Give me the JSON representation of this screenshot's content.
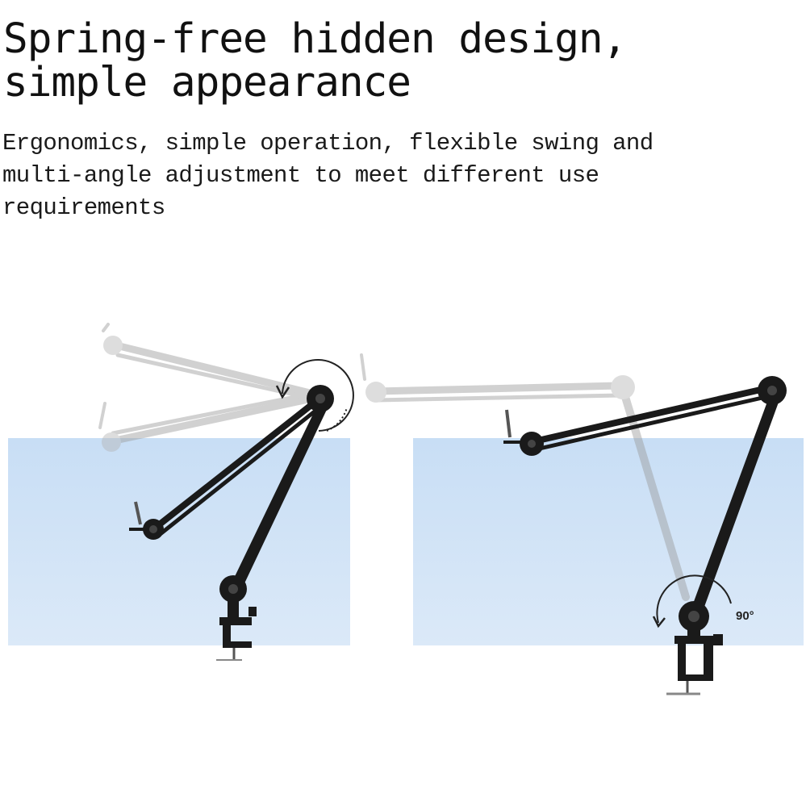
{
  "headline": {
    "line1": "Spring-free hidden design,",
    "line2": "simple appearance"
  },
  "description": {
    "line1": "Ergonomics, simple operation, flexible swing and",
    "line2": "multi-angle adjustment to meet different use",
    "line3": "requirements"
  },
  "illustration": {
    "angle_label": "90°",
    "desk_color": "#cfe3f7",
    "arm_color": "#1a1a1a",
    "ghost_arm_color": "#bfbfbf"
  }
}
